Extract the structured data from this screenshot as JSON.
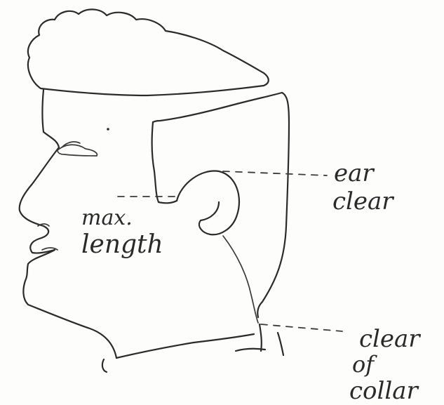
{
  "labels": {
    "max_length_1": "max.",
    "max_length_2": "length",
    "ear_clear_1": "ear",
    "ear_clear_2": "clear",
    "collar_1": "clear",
    "collar_2": "of",
    "collar_3": "collar"
  },
  "colors": {
    "ink": "#2b2b2b",
    "paper": "#fdfdfc"
  }
}
